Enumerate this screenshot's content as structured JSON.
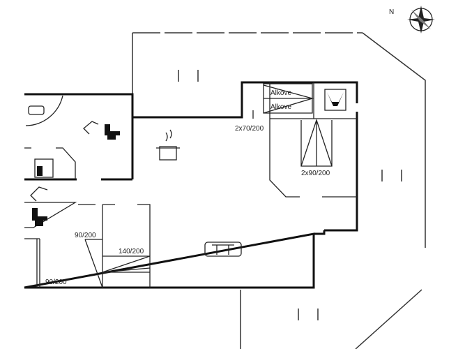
{
  "compass": {
    "label": "N"
  },
  "labels": {
    "alcove_1": "Alkove",
    "alcove_2": "Alkove",
    "bed_alcove": "2x70/200",
    "bed_double": "2x90/200",
    "bed_single_1": "90/200",
    "bed_bunk": "140/200",
    "bed_single_2": "90/200"
  },
  "colors": {
    "walls": "#111111",
    "background": "#ffffff"
  }
}
